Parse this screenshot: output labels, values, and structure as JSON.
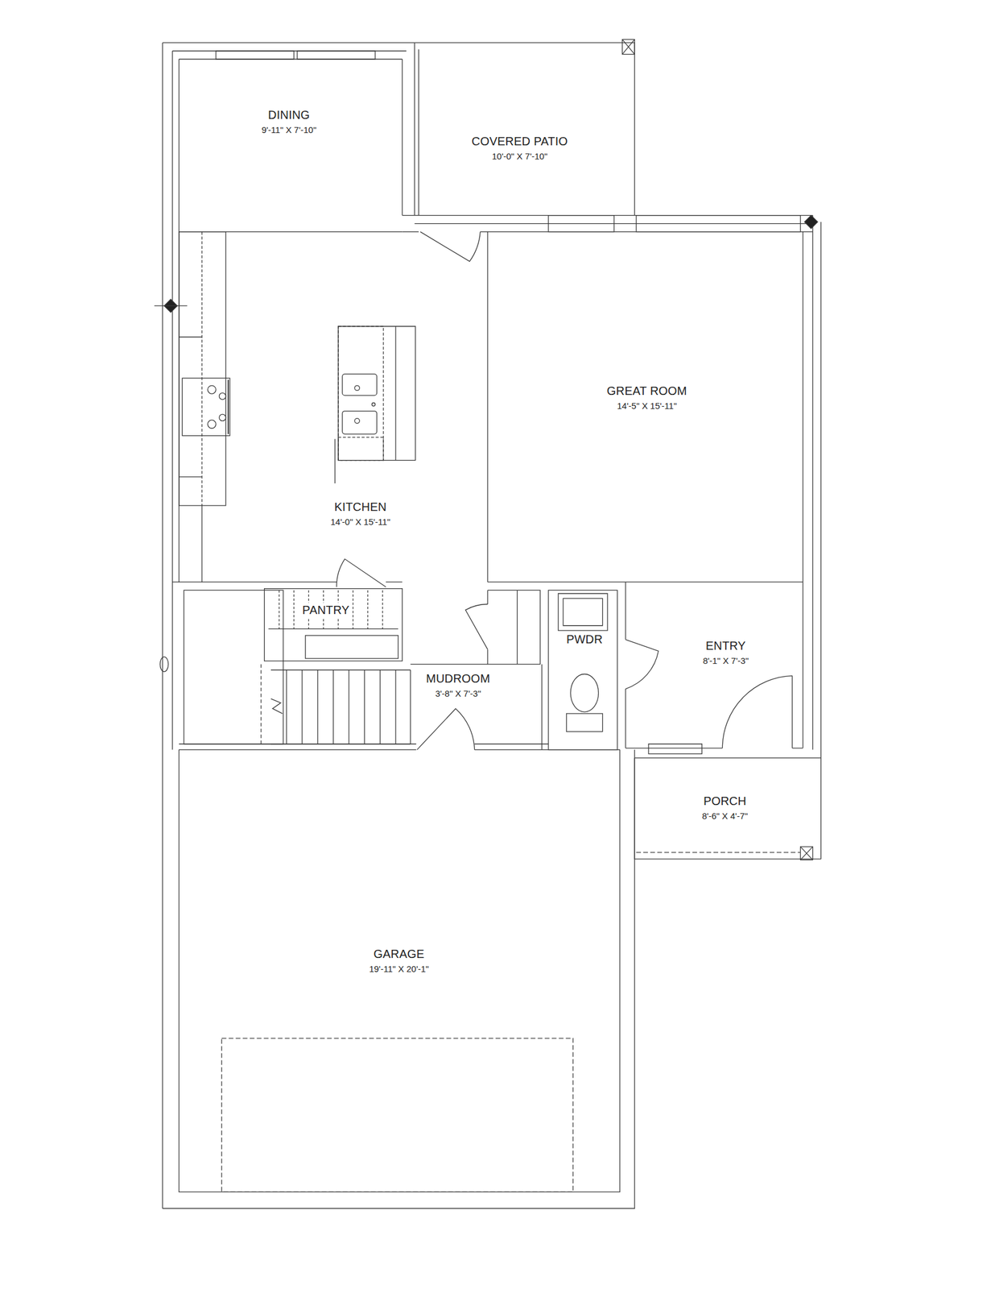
{
  "diagram": {
    "nodes": [
      {
        "text": [
          "DINING",
          "9'-11\" X 7'-10\""
        ]
      },
      {
        "text": [
          "COVERED PATIO",
          "10'-0\" X 7'-10\""
        ]
      },
      {
        "text": [
          "GREAT ROOM",
          "14'-5\" X 15'-11\""
        ]
      },
      {
        "text": [
          "KITCHEN",
          "14'-0\" X 15'-11\""
        ]
      },
      {
        "text": [
          "PANTRY"
        ]
      },
      {
        "text": [
          "PWDR"
        ]
      },
      {
        "text": [
          "ENTRY",
          "8'-1\" X 7'-3\""
        ]
      },
      {
        "text": [
          "MUDROOM",
          "3'-8\" X 7'-3\""
        ]
      },
      {
        "text": [
          "PORCH",
          "8'-6\" X 4'-7\""
        ]
      },
      {
        "text": [
          "GARAGE",
          "19'-11\" X 20'-1\""
        ]
      }
    ]
  }
}
